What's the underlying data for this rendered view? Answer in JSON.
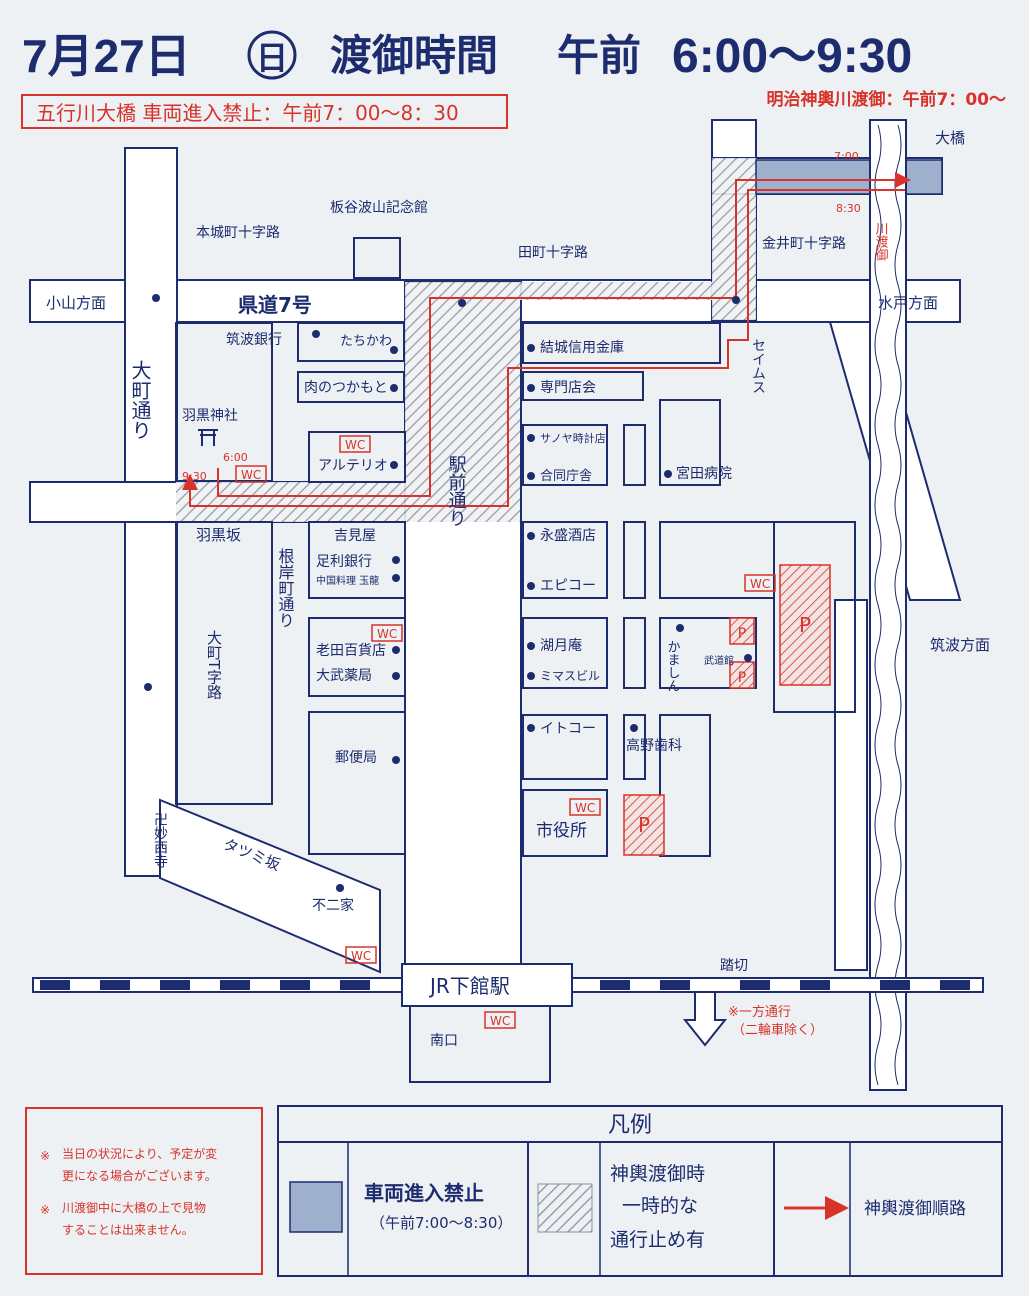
{
  "header": {
    "date": "7月27日",
    "weekday": "日",
    "title": "渡御時間",
    "am": "午前",
    "time": "6:00～9:30"
  },
  "notice_left": "五行川大橋 車両進入禁止：午前7：00～8：30",
  "notice_right": "明治神輿川渡御：午前7：00～",
  "streets": {
    "kendo7": "県道7号",
    "omachi_dori": "大町通り",
    "eki_mae_dori": "駅前通り",
    "negishi_dori": "根岸町通り",
    "haguro_zaka": "羽黒坂",
    "omachi_t": "大町T字路",
    "tatsumi_zaka": "タツミ坂",
    "honjo_cross": "本城町十字路",
    "tamachi_cross": "田町十字路",
    "kanai_cross": "金井町十字路",
    "kawatogyo": "川渡御"
  },
  "directions": {
    "oyama": "小山方面",
    "mito": "水戸方面",
    "tsukuba": "筑波方面",
    "ohashi": "大橋"
  },
  "places": {
    "itaya": "板谷波山記念館",
    "tsukuba_bank": "筑波銀行",
    "tachikawa": "たちかわ",
    "niku": "肉のつかもと",
    "alterio": "アルテリオ",
    "haguro": "羽黒神社",
    "yuki_shinkin": "結城信用金庫",
    "senmon": "専門店会",
    "seims": "セイムス",
    "sanoya": "サノヤ時計店",
    "godo": "合同庁舎",
    "miyata": "宮田病院",
    "yoshimiya": "吉見屋",
    "ashikaga": "足利銀行",
    "gyokuryu": "中国料理 玉龍",
    "eisei": "永盛酒店",
    "epico": "エピコー",
    "oita": "老田百貨店",
    "otake": "大武薬局",
    "kogetsuan": "湖月庵",
    "mimasu": "ミマスビル",
    "kamashin": "かましん",
    "budokan": "武道館",
    "itoko": "イトコー",
    "takano": "高野歯科",
    "post": "郵便局",
    "city_hall": "市役所",
    "myosaiji": "卍妙西寺",
    "funiya": "不二家",
    "station": "JR下館駅",
    "south_exit": "南口",
    "railroad_crossing": "踏切",
    "one_way": "※一方通行",
    "one_way_note": "（二輪車除く）"
  },
  "route_times": {
    "start": "6:00",
    "end": "9:30",
    "bridge_in": "7:00",
    "bridge_out": "8:30"
  },
  "labels": {
    "wc": "WC",
    "parking": "P"
  },
  "notes": {
    "note1": "当日の状況により、予定が変更になる場合がございます。",
    "note2": "川渡御中に大橋の上で見物することは出来ません。"
  },
  "legend": {
    "title": "凡例",
    "no_vehicle": "車両進入禁止",
    "no_vehicle_time": "（午前7:00～8:30）",
    "temp_closure": "神輿渡御時一時的な通行止め有",
    "route": "神輿渡御順路"
  },
  "colors": {
    "navy": "#1c2c6e",
    "red": "#d7332b",
    "blue_fill": "#9fb0cf",
    "background": "#eef1f3"
  }
}
